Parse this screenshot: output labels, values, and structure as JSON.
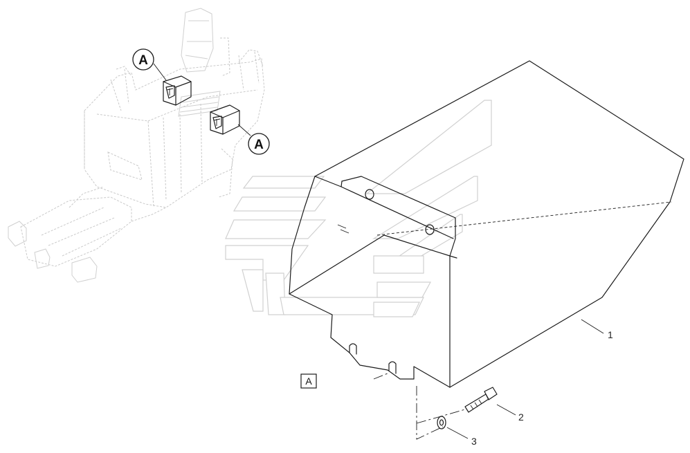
{
  "callouts": {
    "top_left": "A",
    "right": "A",
    "view_box": "A"
  },
  "part_numbers": {
    "cover": "1",
    "bolt": "2",
    "washer": "3"
  }
}
